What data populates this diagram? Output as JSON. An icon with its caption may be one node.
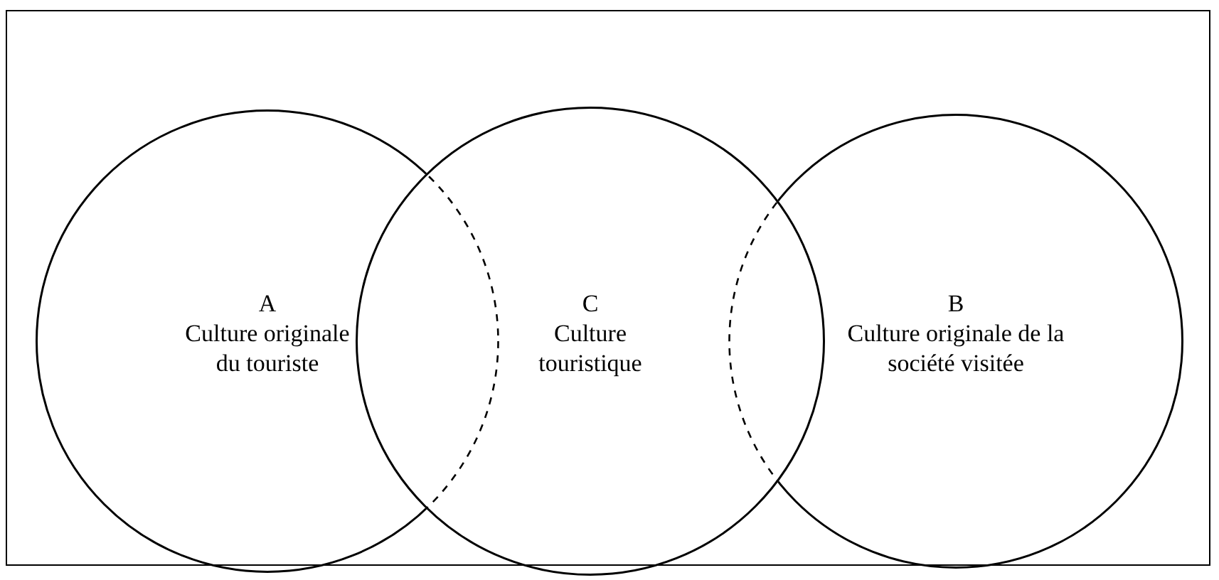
{
  "diagram": {
    "nodes": [
      {
        "text": [
          "A",
          "Culture originale du touriste"
        ]
      },
      {
        "text": [
          "C",
          "Culture touristique"
        ]
      },
      {
        "text": [
          "B",
          "Culture originale de la société visitée"
        ]
      }
    ]
  }
}
